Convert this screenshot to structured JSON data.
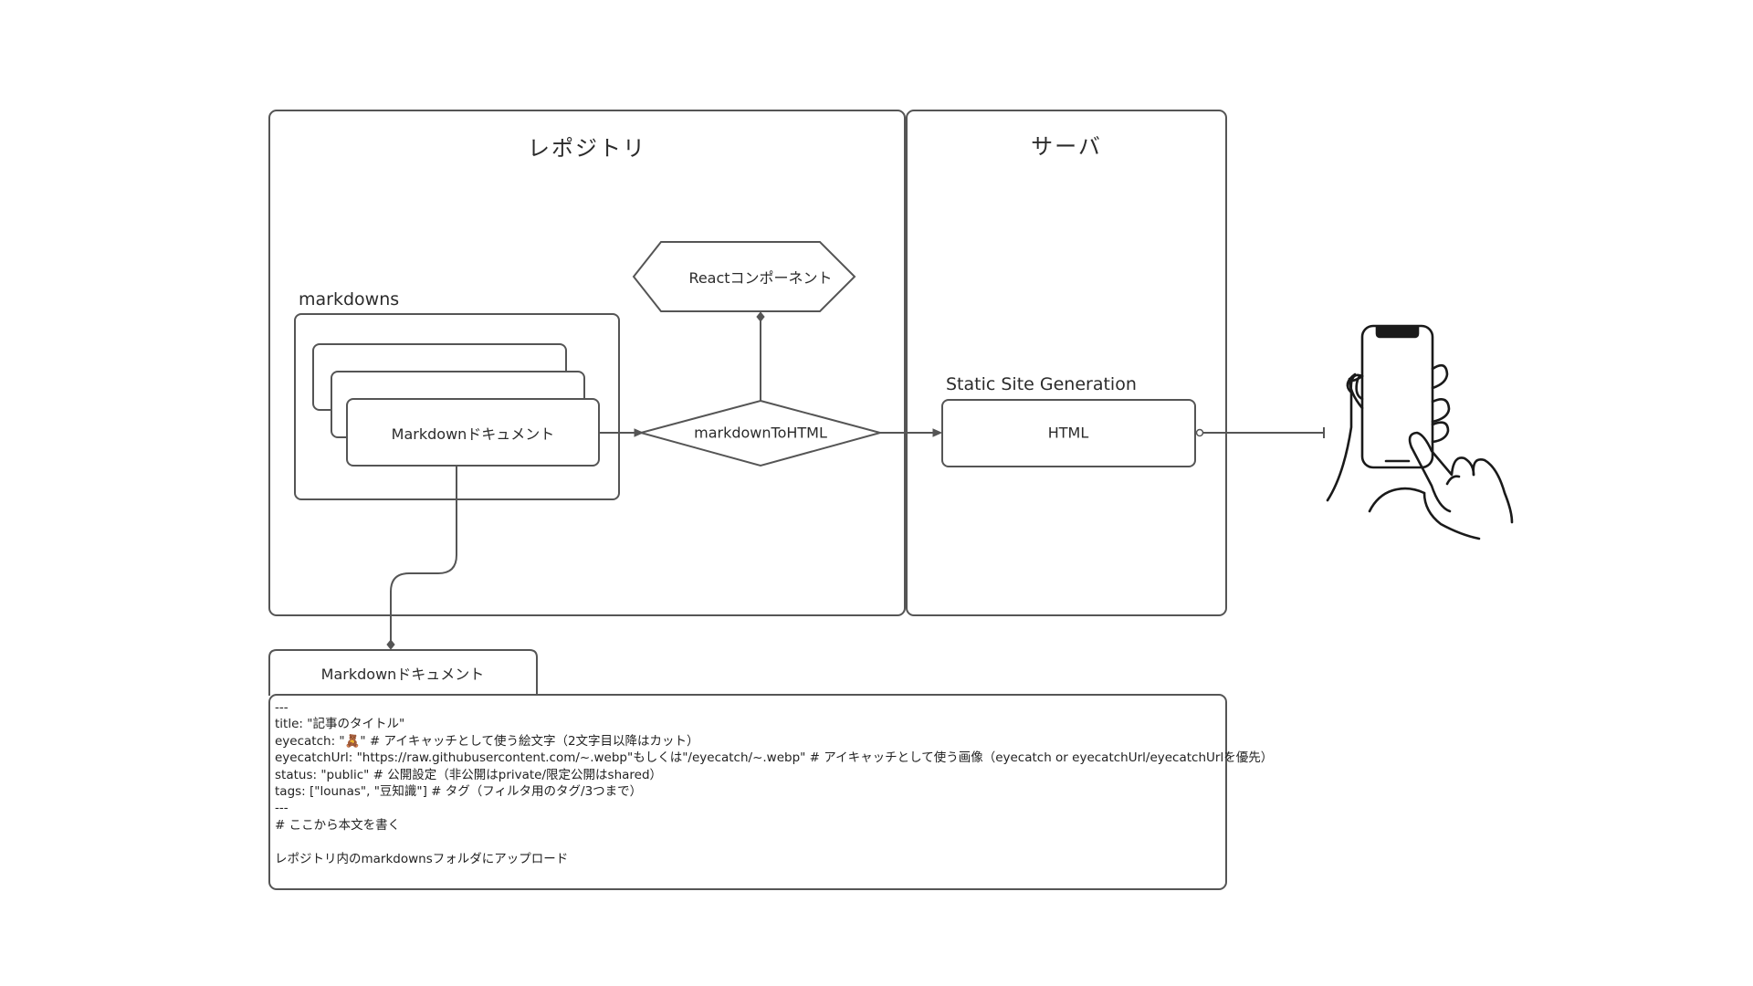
{
  "panels": {
    "repository_title": "レポジトリ",
    "server_title": "サーバ"
  },
  "nodes": {
    "markdowns_label": "markdowns",
    "markdown_document": "Markdownドキュメント",
    "react_component": "Reactコンポーネント",
    "markdown_to_html": "markdownToHTML",
    "ssg_label": "Static Site Generation",
    "html": "HTML"
  },
  "document": {
    "tab_title": "Markdownドキュメント",
    "lines": [
      "---",
      "title: \"記事のタイトル\"",
      "eyecatch: \"🧸\" # アイキャッチとして使う絵文字（2文字目以降はカット）",
      "eyecatchUrl: \"https://raw.githubusercontent.com/~.webp\"もしくは\"/eyecatch/~.webp\" # アイキャッチとして使う画像（eyecatch or eyecatchUrl/eyecatchUrlを優先）",
      "status: \"public\" # 公開設定（非公開はprivate/限定公開はshared）",
      "tags: [\"lounas\", \"豆知識\"] # タグ（フィルタ用のタグ/3つまで）",
      "---",
      "# ここから本文を書く",
      "",
      "レポジトリ内のmarkdownsフォルダにアップロード"
    ]
  },
  "icons": {
    "phone": "hand-holding-smartphone-icon"
  },
  "colors": {
    "stroke": "#555555",
    "text": "#2b2b2b",
    "background": "#ffffff"
  }
}
